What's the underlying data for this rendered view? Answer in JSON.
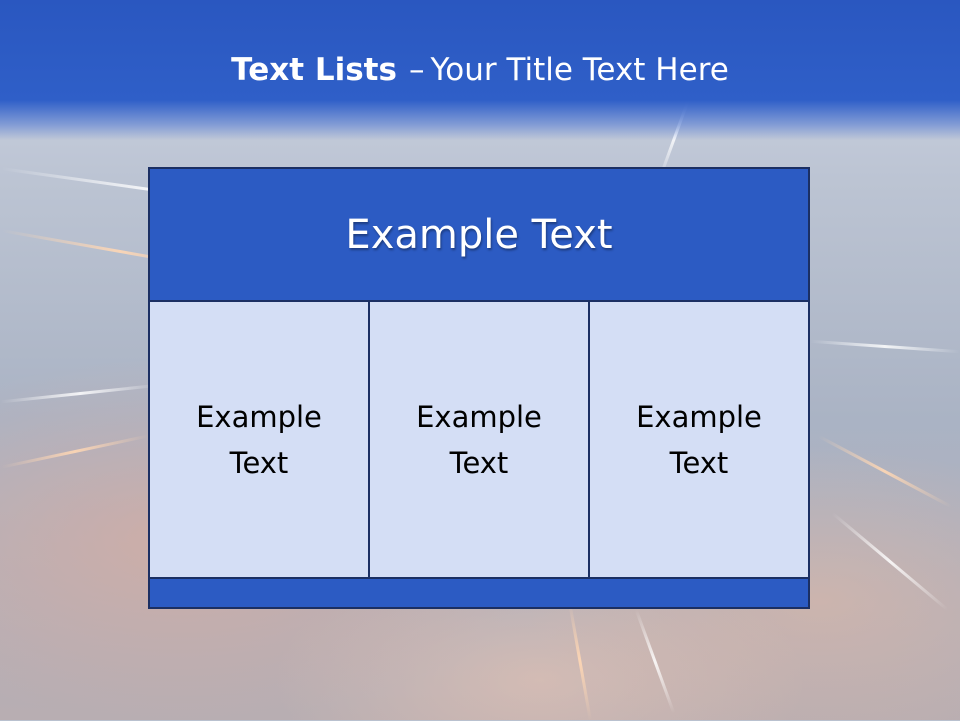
{
  "slide": {
    "title_bold": "Text Lists",
    "title_separator": "–",
    "title_rest": "Your Title Text Here"
  },
  "panel": {
    "header_text": "Example Text",
    "cells": [
      {
        "line1": "Example",
        "line2": "Text"
      },
      {
        "line1": "Example",
        "line2": "Text"
      },
      {
        "line1": "Example",
        "line2": "Text"
      }
    ]
  },
  "colors": {
    "header_blue": "#2c5bc3",
    "cell_fill": "#d4def5",
    "border": "#1b2f63"
  }
}
